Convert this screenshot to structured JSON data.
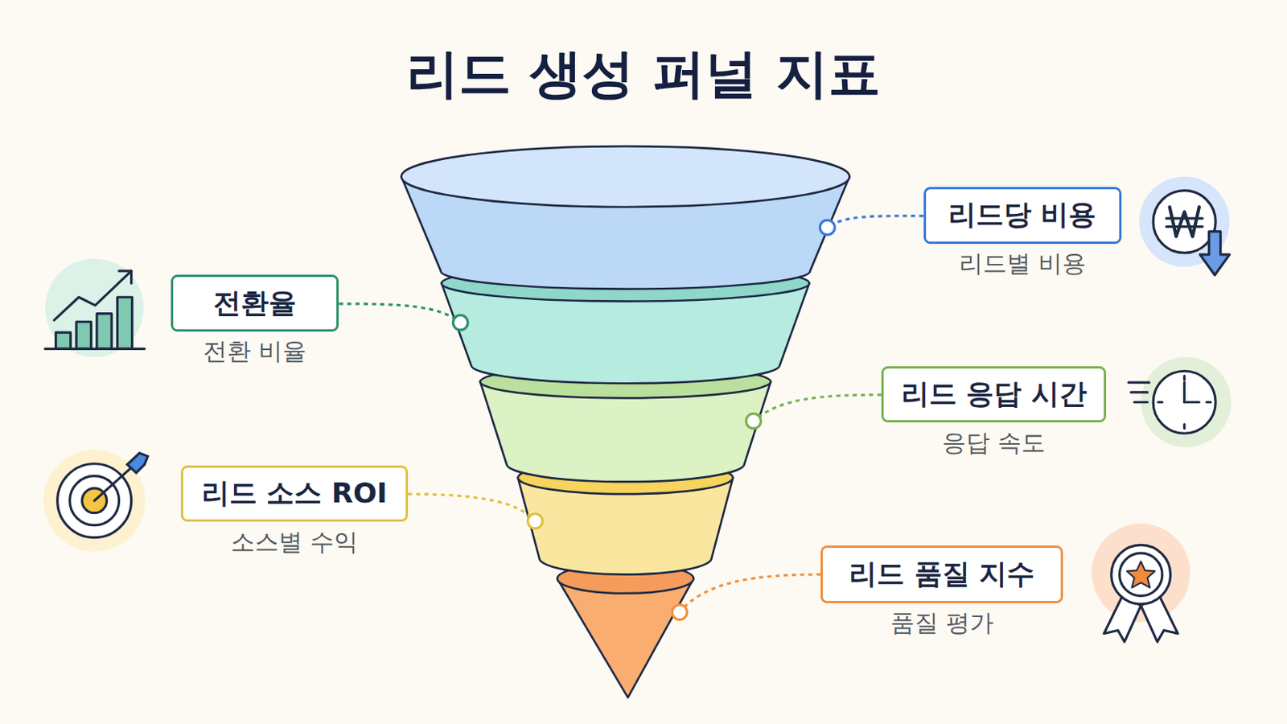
{
  "diagram": {
    "title": "리드 생성 퍼널 지표",
    "nodes": [
      {
        "text": [
          "리드당 비용",
          "리드별 비용"
        ]
      },
      {
        "text": [
          "전환율",
          "전환 비율"
        ]
      },
      {
        "text": [
          "리드 응답 시간",
          "응답 속도"
        ]
      },
      {
        "text": [
          "리드 소스 ROI",
          "소스별 수익"
        ]
      },
      {
        "text": [
          "리드 품질 지수",
          "품질 평가"
        ]
      }
    ]
  }
}
